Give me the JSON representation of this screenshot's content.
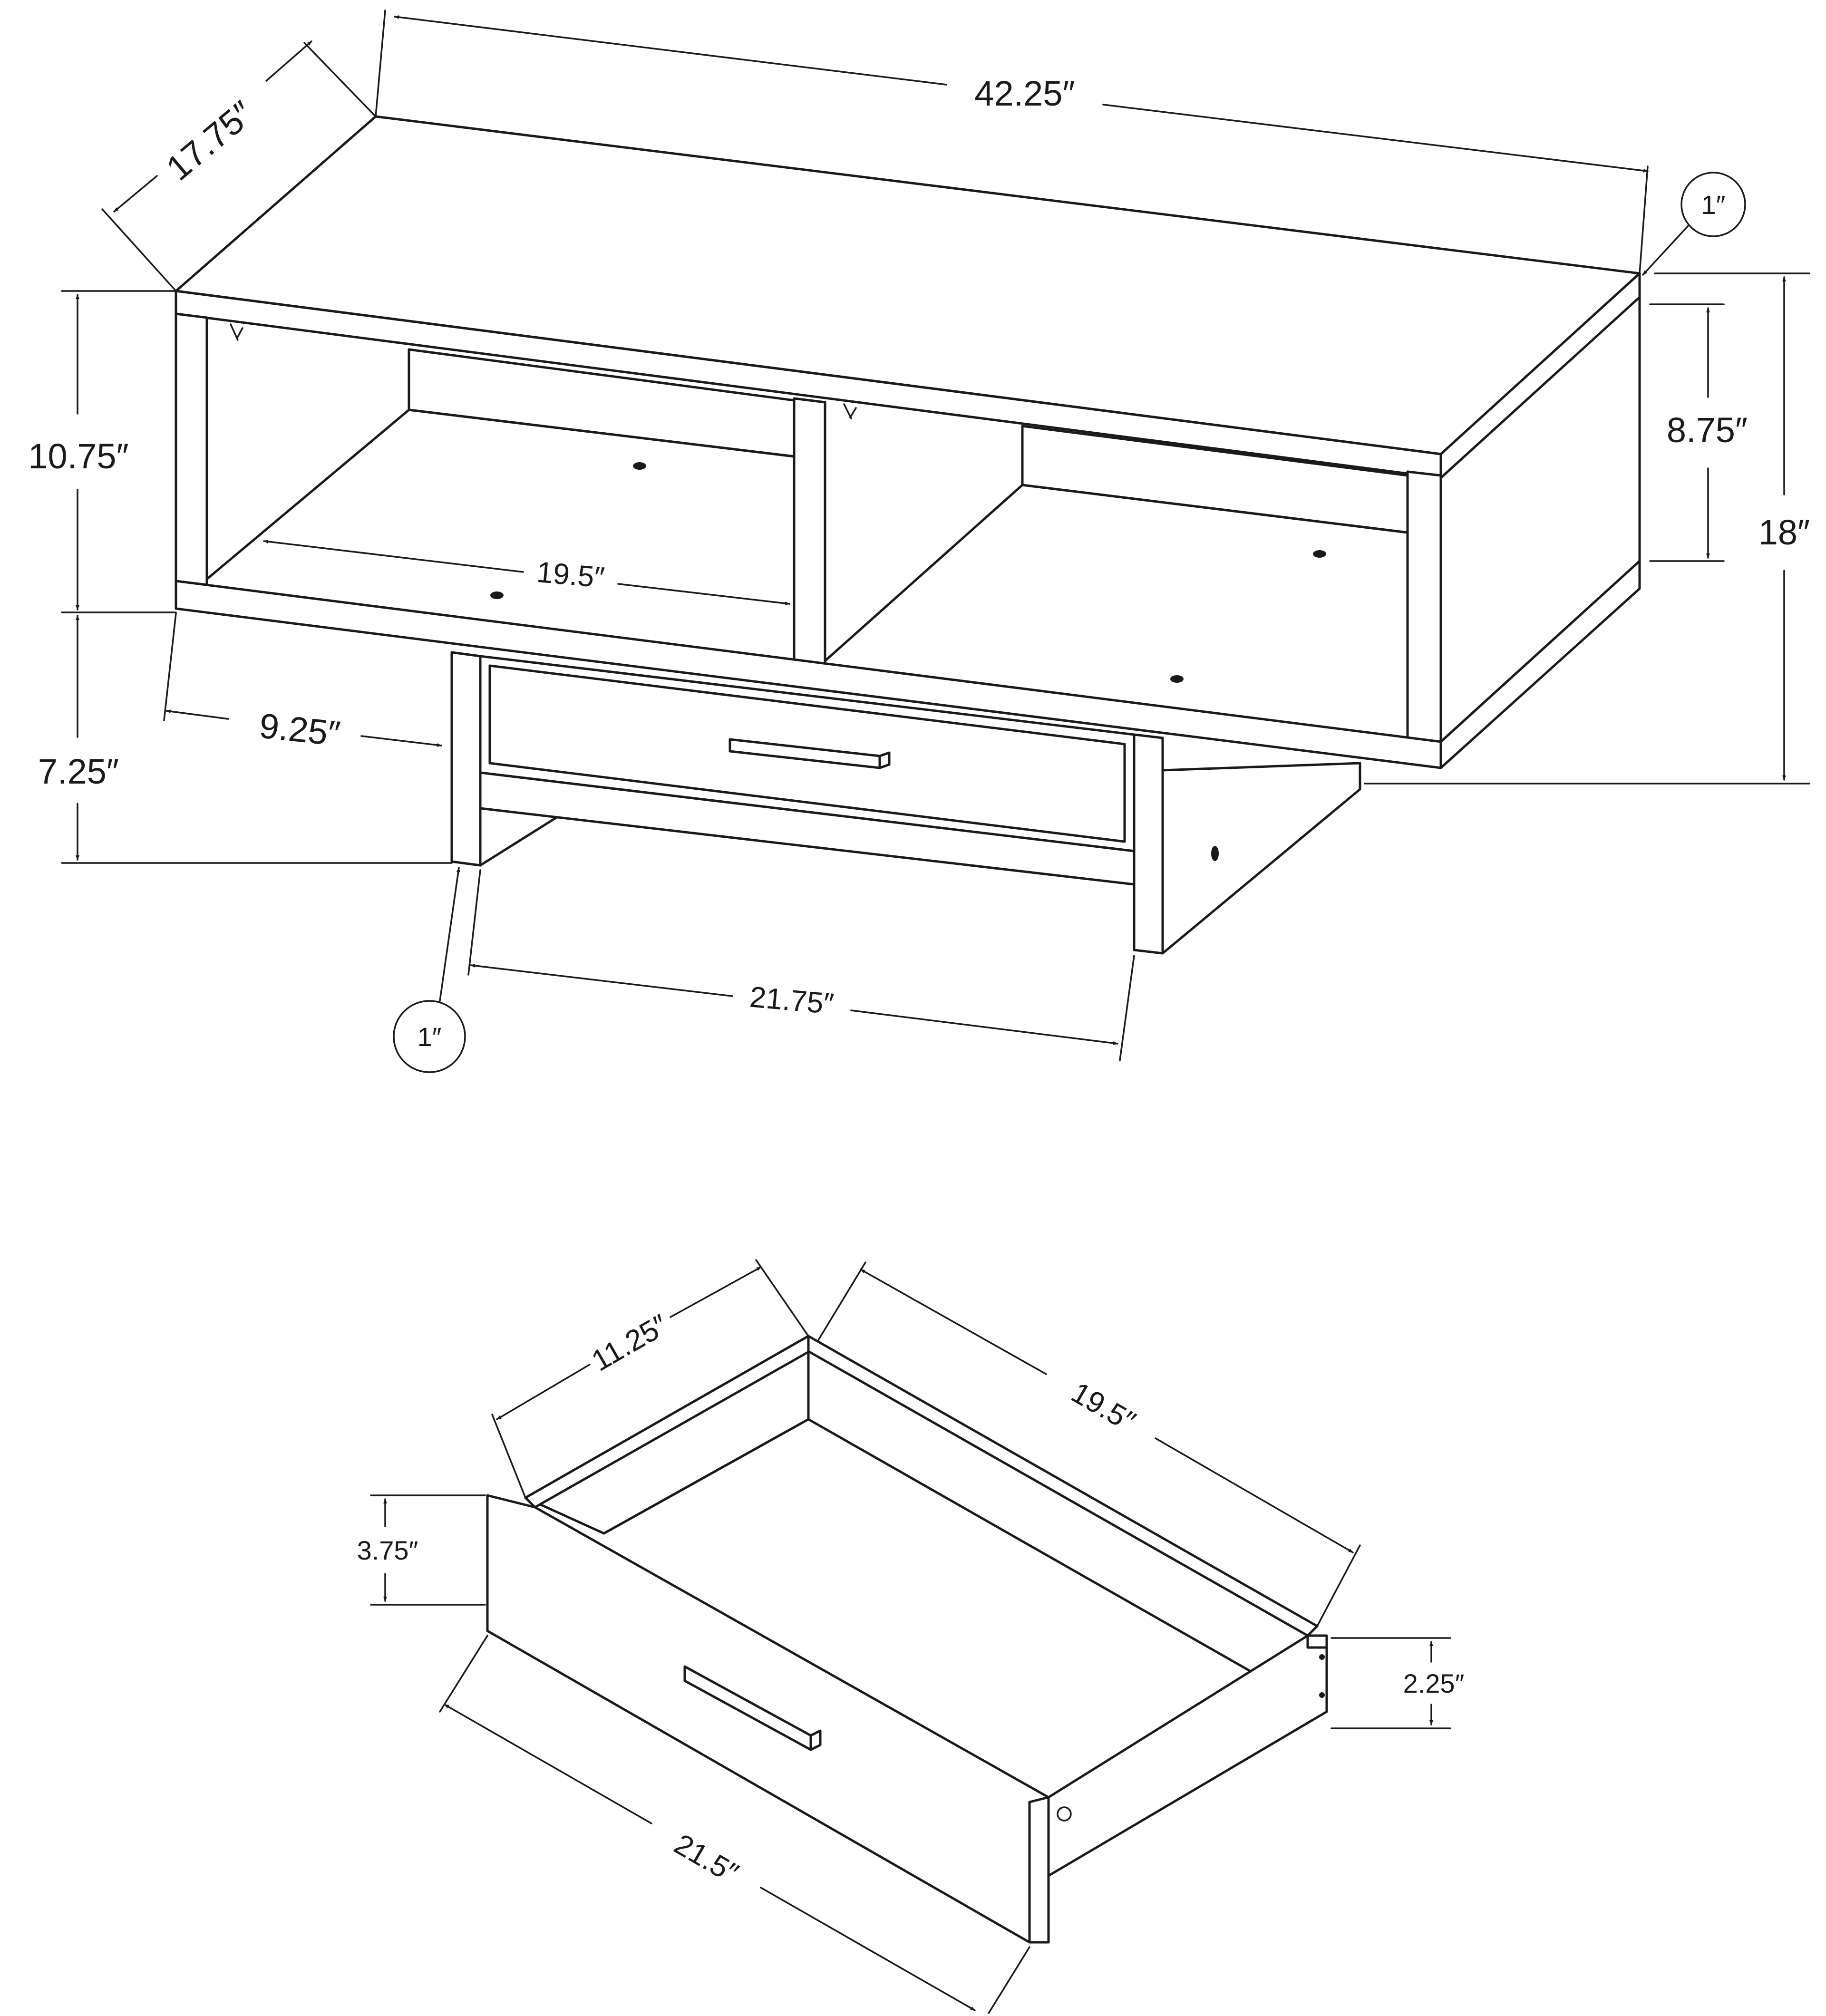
{
  "diagram": {
    "table_dimensions": {
      "top_length": "42.25″",
      "depth": "17.75″",
      "leg_thickness_top": "1″",
      "upper_shelf_height": "10.75″",
      "right_cubby_height": "8.75″",
      "total_height": "18″",
      "cubby_width": "19.5″",
      "leg_inset": "9.25″",
      "leg_height": "7.25″",
      "leg_thickness_bottom": "1″",
      "drawer_opening_width": "21.75″"
    },
    "drawer_dimensions": {
      "side_width": "11.25″",
      "depth": "19.5″",
      "front_height": "3.75″",
      "back_height": "2.25″",
      "front_width": "21.5″"
    }
  }
}
